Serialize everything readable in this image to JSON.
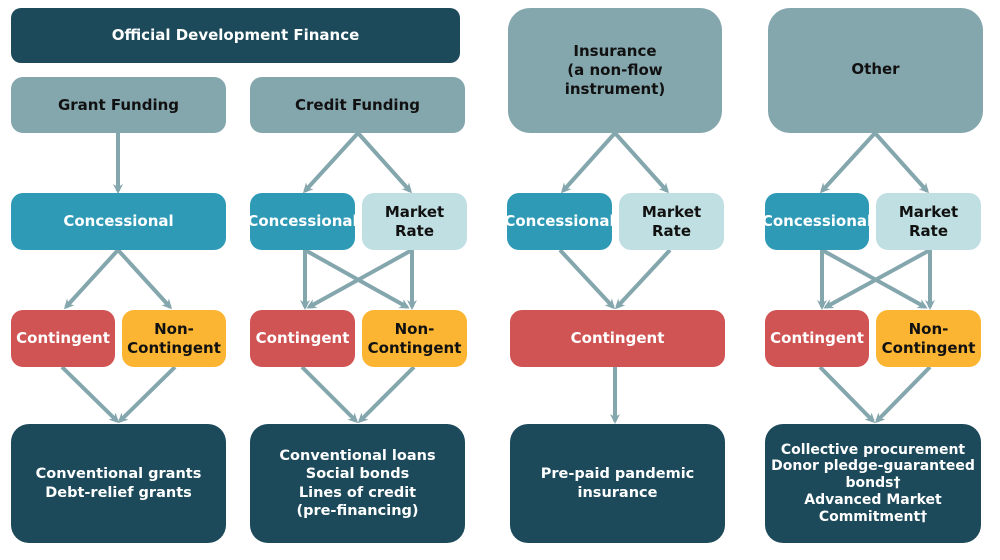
{
  "title": "Official Development Finance",
  "colors": {
    "dark_teal": "#1c4a5a",
    "grey_teal": "#84a6ad",
    "concessional": "#2e9ab6",
    "market_rate": "#bfdfe2",
    "contingent": "#d05454",
    "non_contingent": "#fbb532",
    "arrow": "#84a6ad"
  },
  "columns": {
    "grant": {
      "header": "Grant Funding",
      "concessional": "Concessional",
      "contingent": "Contingent",
      "non_contingent": "Non-\nContingent",
      "instruments": "Conventional grants\nDebt-relief grants"
    },
    "credit": {
      "header": "Credit Funding",
      "concessional": "Concessional",
      "market_rate": "Market\nRate",
      "contingent": "Contingent",
      "non_contingent": "Non-\nContingent",
      "instruments": "Conventional loans\nSocial bonds\nLines of credit\n(pre-financing)"
    },
    "insurance": {
      "header": "Insurance\n(a non-flow\ninstrument)",
      "concessional": "Concessional",
      "market_rate": "Market\nRate",
      "contingent": "Contingent",
      "instruments": "Pre-paid pandemic\ninsurance"
    },
    "other": {
      "header": "Other",
      "concessional": "Concessional",
      "market_rate": "Market\nRate",
      "contingent": "Contingent",
      "non_contingent": "Non-\nContingent",
      "instruments": "Collective procurement\nDonor pledge-guaranteed\nbonds†\nAdvanced Market\nCommitment†"
    }
  }
}
